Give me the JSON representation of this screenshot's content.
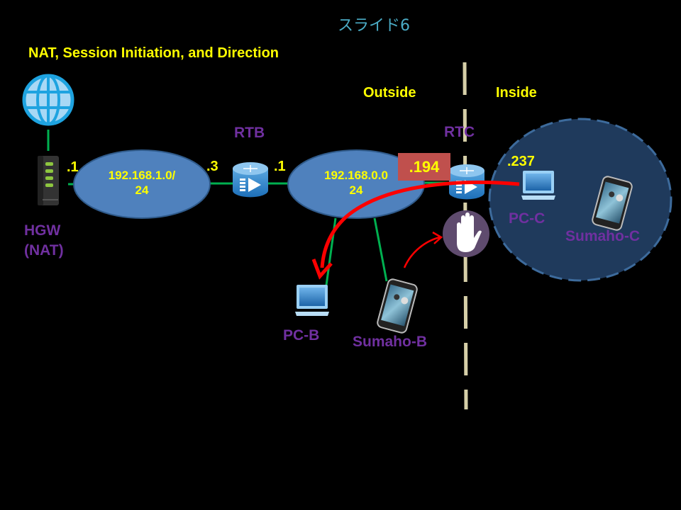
{
  "slide": {
    "label": "スライド6",
    "title": "NAT, Session Initiation, and Direction"
  },
  "zones": {
    "outside": "Outside",
    "inside": "Inside"
  },
  "networks": [
    {
      "id": "net1",
      "line1": "192.168.1.0/",
      "line2": "24"
    },
    {
      "id": "net0",
      "line1": "192.168.0.0",
      "line2": "24"
    }
  ],
  "devices": {
    "hgw": {
      "label_line1": "HGW",
      "label_line2": "(NAT)",
      "icon": "home-gateway-icon"
    },
    "internet": {
      "icon": "globe-icon"
    },
    "rtb": {
      "label": "RTB",
      "icon": "router-icon"
    },
    "rtc": {
      "label": "RTC",
      "icon": "router-icon"
    },
    "pc_b": {
      "label": "PC-B",
      "icon": "laptop-icon"
    },
    "sumaho_b": {
      "label": "Sumaho-B",
      "icon": "smartphone-icon"
    },
    "pc_c": {
      "label": "PC-C",
      "icon": "laptop-icon"
    },
    "sumaho_c": {
      "label": "Sumaho-C",
      "icon": "smartphone-icon"
    },
    "block": {
      "icon": "stop-hand-icon"
    }
  },
  "addresses": {
    "hgw_net1": ".1",
    "rtb_net1": ".3",
    "rtb_net0": ".1",
    "rtc_net0": ".194",
    "pc_c": ".237"
  },
  "colors": {
    "background": "#000000",
    "title": "#ffff00",
    "device_label": "#7030a0",
    "slide_label": "#4bacc6",
    "network_fill": "#4f81bd",
    "link": "#00b050",
    "arrow": "#ff0000",
    "badge": "#c0504d",
    "inside_zone": "#1f3a5c",
    "divider": "#d6cfa8",
    "block": "#5f4b6e"
  }
}
